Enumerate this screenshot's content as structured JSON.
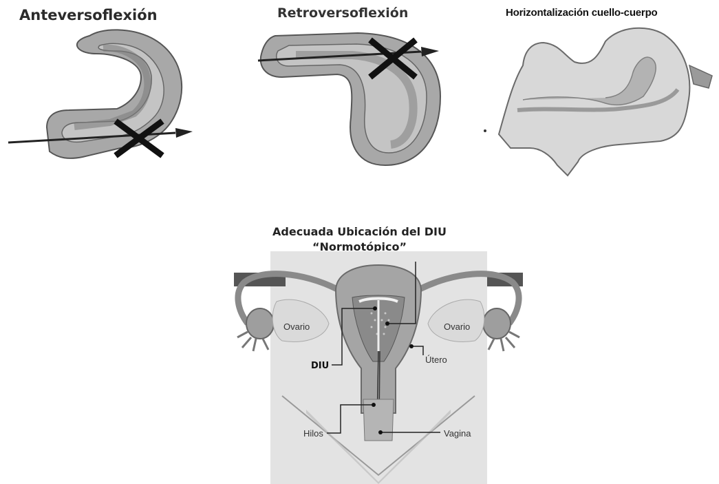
{
  "panels": {
    "anteversoflexion": {
      "title": "Anteversoflexión"
    },
    "retroversoflexion": {
      "title": "Retroversoflexión"
    },
    "horizontalizacion": {
      "title": "Horizontalización cuello-cuerpo"
    }
  },
  "diagram": {
    "title_line1": "Adecuada Ubicación del DIU",
    "title_line2": "“Normotópico”",
    "labels": {
      "ovario_left": "Ovario",
      "ovario_right": "Ovario",
      "diu": "DIU",
      "utero": "Útero",
      "hilos": "Hilos",
      "vagina": "Vagina"
    }
  },
  "colors": {
    "uterus_outer": "#a8a8a8",
    "uterus_inner": "#8e8e8e",
    "wall": "#c9c9c9",
    "cross": "#111111",
    "background_panel": "#e3e3e3"
  }
}
